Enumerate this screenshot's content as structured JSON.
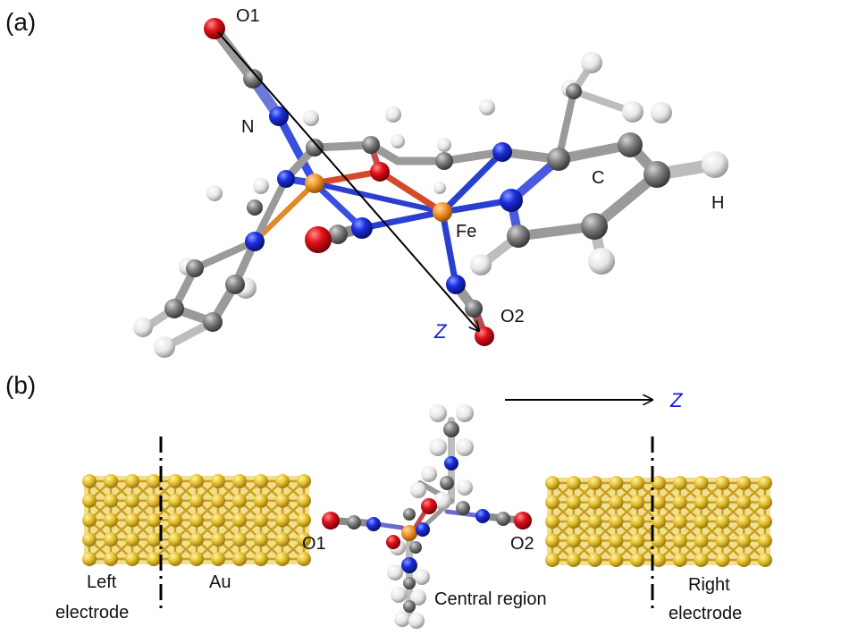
{
  "panel_a": {
    "label": "(a)",
    "atoms": {
      "o1": "O1",
      "n": "N",
      "c": "C",
      "h": "H",
      "fe": "Fe",
      "o2": "O2"
    },
    "axis": "Z"
  },
  "panel_b": {
    "label": "(b)",
    "axis": "Z",
    "left_electrode": [
      "Left",
      "electrode"
    ],
    "au": "Au",
    "o1": "O1",
    "o2": "O2",
    "central_region": "Central region",
    "right_electrode": [
      "Right",
      "electrode"
    ]
  },
  "colors": {
    "oxygen": "#e0101a",
    "nitrogen": "#1a2fe0",
    "carbon": "#7d7d7d",
    "hydrogen": "#ececec",
    "iron": "#f0962a",
    "gold": "#e8c234",
    "axis_label": "#1a1adb"
  }
}
